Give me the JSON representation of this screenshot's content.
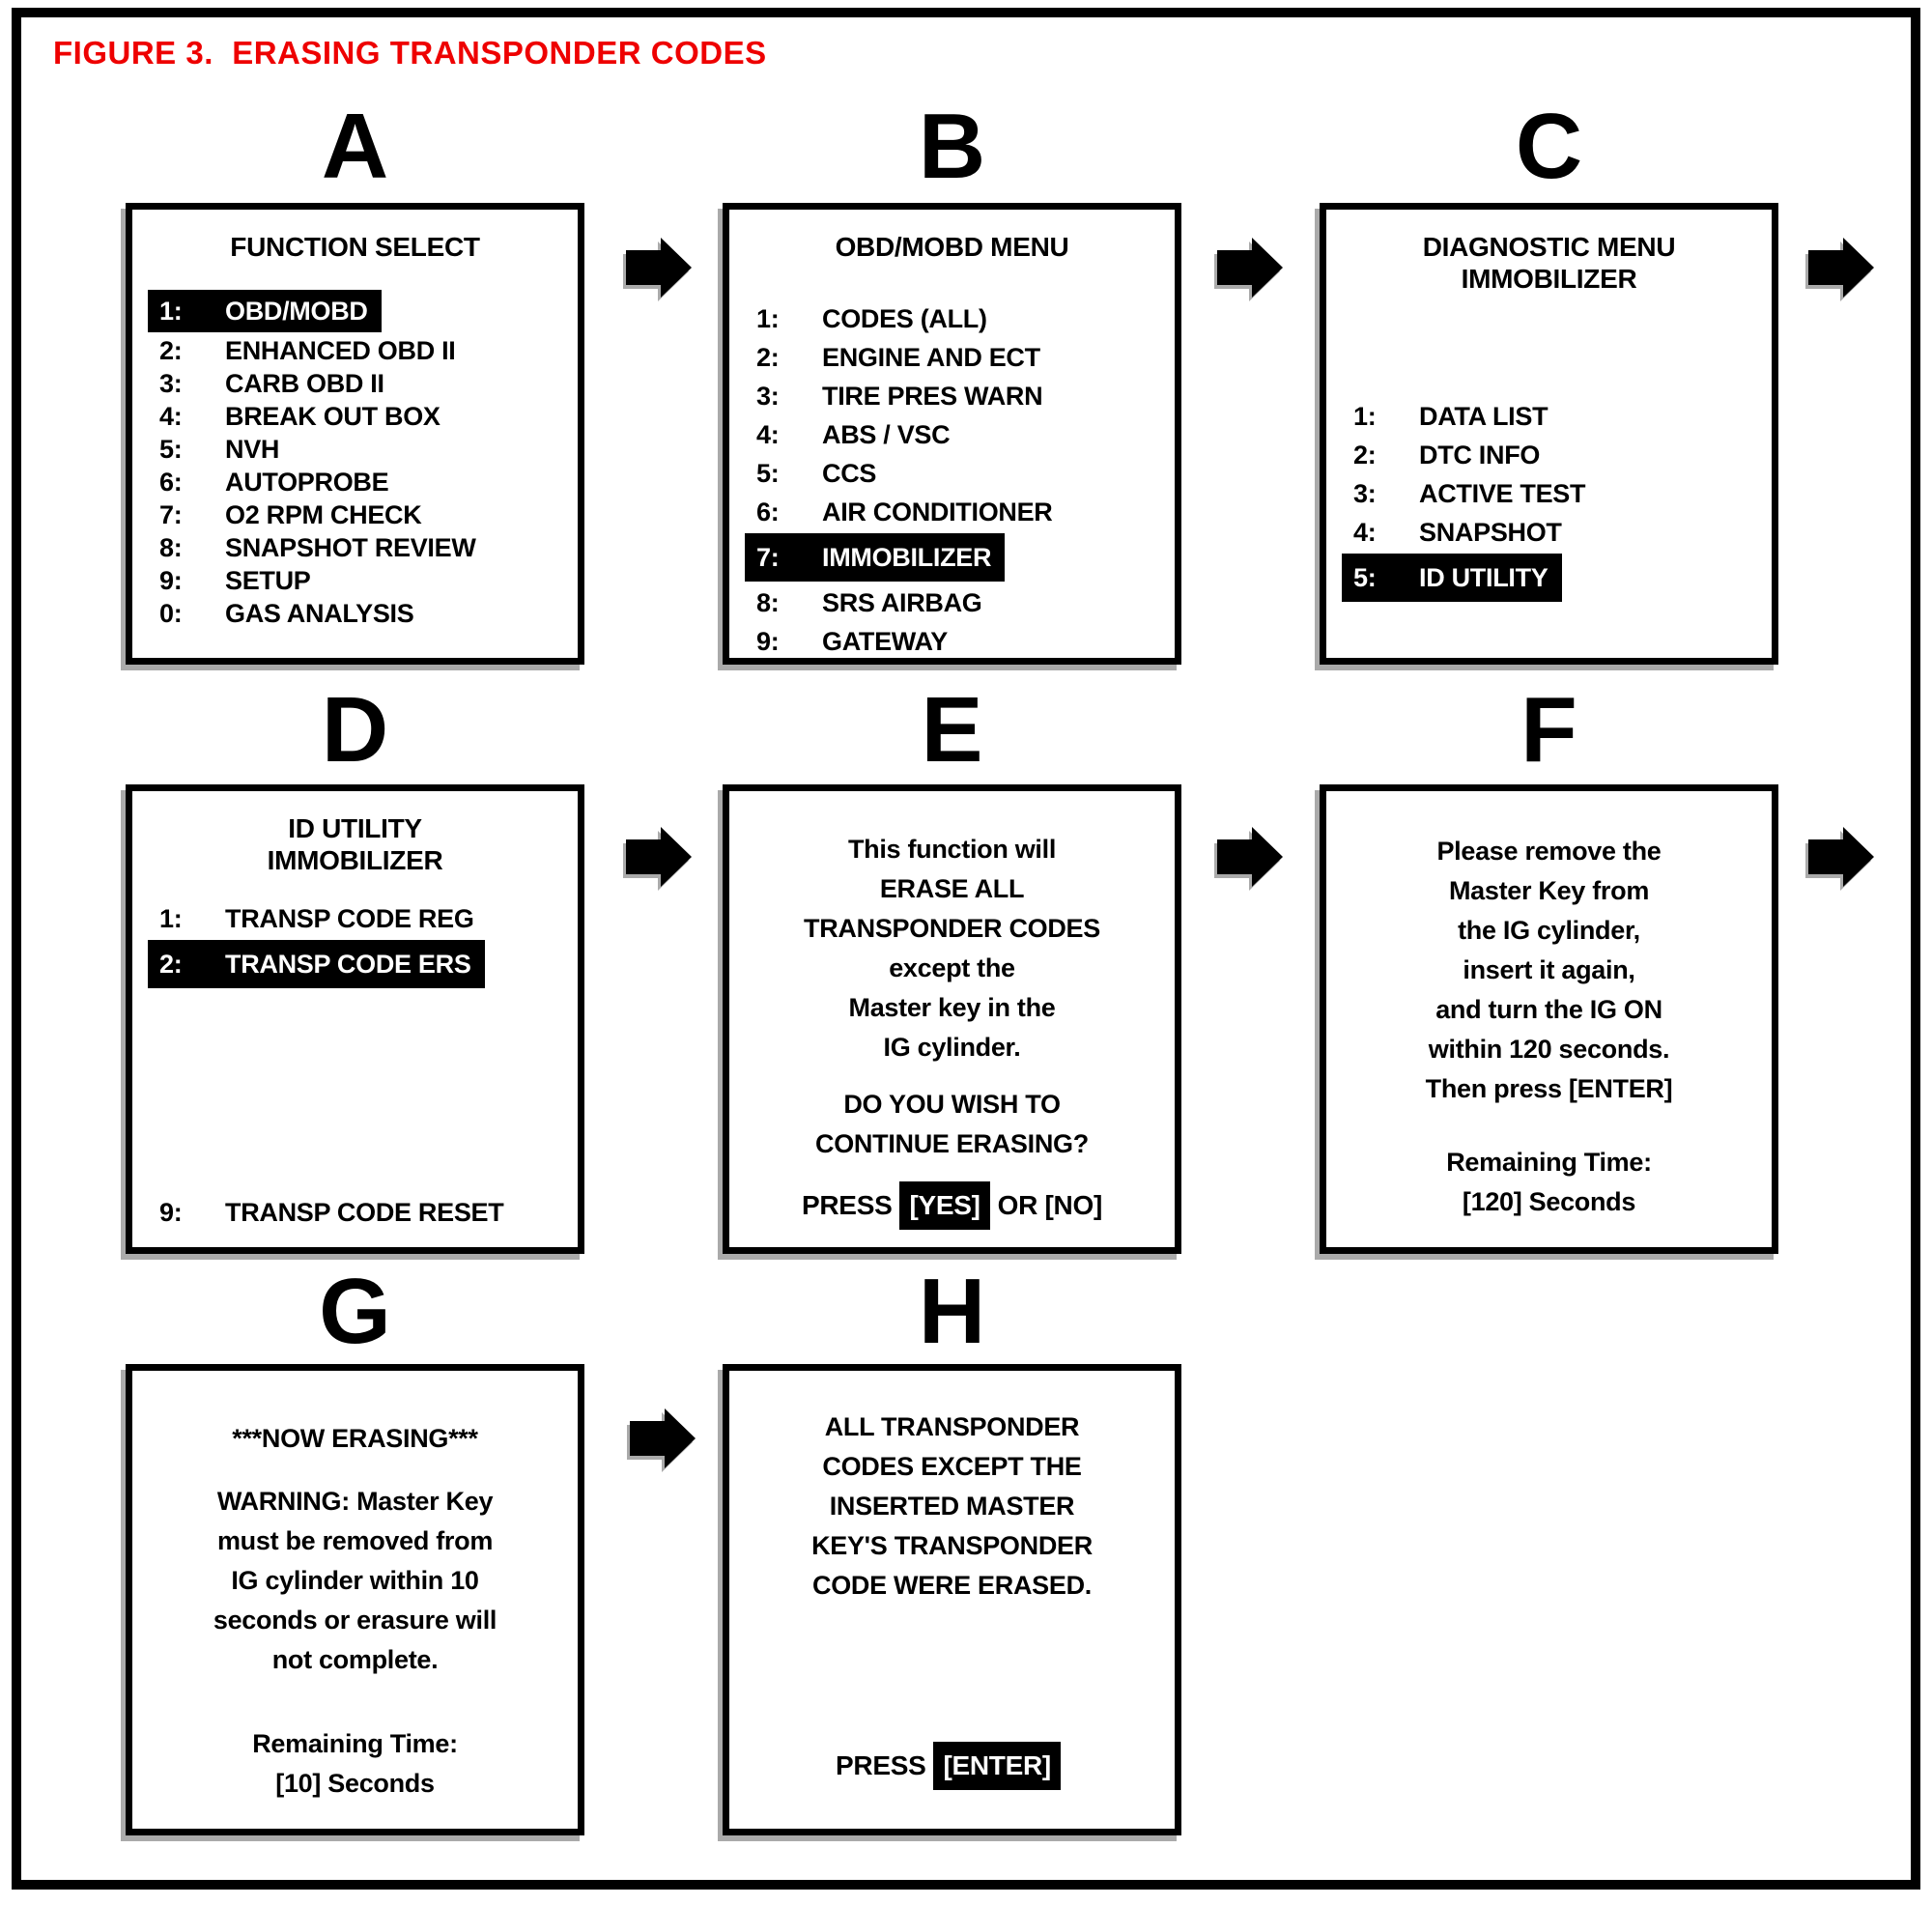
{
  "figure": {
    "title": "FIGURE 3.  ERASING TRANSPONDER CODES",
    "title_color": "#ee0000",
    "highlight_bg": "#000000",
    "highlight_fg": "#ffffff",
    "arrow_icon": "right-block-arrow"
  },
  "panels": {
    "a": {
      "letter": "A",
      "title_lines": [
        "FUNCTION SELECT"
      ],
      "menu": [
        {
          "num": "1:",
          "label": "OBD/MOBD",
          "highlighted": true
        },
        {
          "num": "2:",
          "label": "ENHANCED OBD II",
          "highlighted": false
        },
        {
          "num": "3:",
          "label": "CARB OBD II",
          "highlighted": false
        },
        {
          "num": "4:",
          "label": "BREAK OUT BOX",
          "highlighted": false
        },
        {
          "num": "5:",
          "label": "NVH",
          "highlighted": false
        },
        {
          "num": "6:",
          "label": "AUTOPROBE",
          "highlighted": false
        },
        {
          "num": "7:",
          "label": "O2 RPM CHECK",
          "highlighted": false
        },
        {
          "num": "8:",
          "label": "SNAPSHOT REVIEW",
          "highlighted": false
        },
        {
          "num": "9:",
          "label": "SETUP",
          "highlighted": false
        },
        {
          "num": "0:",
          "label": "GAS ANALYSIS",
          "highlighted": false
        }
      ]
    },
    "b": {
      "letter": "B",
      "title_lines": [
        "OBD/MOBD MENU"
      ],
      "menu": [
        {
          "num": "1:",
          "label": "CODES (ALL)",
          "highlighted": false
        },
        {
          "num": "2:",
          "label": "ENGINE AND ECT",
          "highlighted": false
        },
        {
          "num": "3:",
          "label": "TIRE PRES WARN",
          "highlighted": false
        },
        {
          "num": "4:",
          "label": "ABS / VSC",
          "highlighted": false
        },
        {
          "num": "5:",
          "label": "CCS",
          "highlighted": false
        },
        {
          "num": "6:",
          "label": "AIR CONDITIONER",
          "highlighted": false
        },
        {
          "num": "7:",
          "label": "IMMOBILIZER",
          "highlighted": true
        },
        {
          "num": "8:",
          "label": "SRS AIRBAG",
          "highlighted": false
        },
        {
          "num": "9:",
          "label": "GATEWAY",
          "highlighted": false
        }
      ]
    },
    "c": {
      "letter": "C",
      "title_lines": [
        "DIAGNOSTIC MENU",
        "IMMOBILIZER"
      ],
      "menu": [
        {
          "num": "1:",
          "label": "DATA LIST",
          "highlighted": false
        },
        {
          "num": "2:",
          "label": "DTC INFO",
          "highlighted": false
        },
        {
          "num": "3:",
          "label": "ACTIVE TEST",
          "highlighted": false
        },
        {
          "num": "4:",
          "label": "SNAPSHOT",
          "highlighted": false
        },
        {
          "num": "5:",
          "label": "ID UTILITY",
          "highlighted": true
        }
      ]
    },
    "d": {
      "letter": "D",
      "title_lines": [
        "ID UTILITY",
        "IMMOBILIZER"
      ],
      "menu": [
        {
          "num": "1:",
          "label": "TRANSP CODE REG",
          "highlighted": false
        },
        {
          "num": "2:",
          "label": "TRANSP CODE ERS",
          "highlighted": true
        }
      ],
      "menu_bottom": [
        {
          "num": "9:",
          "label": "TRANSP CODE RESET",
          "highlighted": false
        }
      ]
    },
    "e": {
      "letter": "E",
      "body": [
        "This function will",
        "ERASE ALL",
        "TRANSPONDER CODES",
        "except the",
        "Master key in the",
        "IG cylinder."
      ],
      "question": [
        "DO YOU WISH TO",
        "CONTINUE ERASING?"
      ],
      "press": {
        "prefix": "PRESS",
        "highlight": "[YES]",
        "suffix": "OR [NO]"
      }
    },
    "f": {
      "letter": "F",
      "body": [
        "Please remove the",
        "Master Key from",
        "the IG cylinder,",
        "insert it again,",
        "and turn the IG ON",
        "within 120 seconds.",
        "Then press [ENTER]"
      ],
      "footer": [
        "Remaining Time:",
        "[120] Seconds"
      ]
    },
    "g": {
      "letter": "G",
      "now_erasing": "***NOW ERASING***",
      "warning": [
        "WARNING: Master Key",
        "must be removed from",
        "IG cylinder within 10",
        "seconds or erasure will",
        "not complete."
      ],
      "footer": [
        "Remaining Time:",
        "[10] Seconds"
      ]
    },
    "h": {
      "letter": "H",
      "body": [
        "ALL TRANSPONDER",
        "CODES EXCEPT THE",
        "INSERTED MASTER",
        "KEY'S TRANSPONDER",
        "CODE WERE ERASED."
      ],
      "press": {
        "prefix": "PRESS",
        "highlight": "[ENTER]",
        "suffix": ""
      }
    }
  }
}
